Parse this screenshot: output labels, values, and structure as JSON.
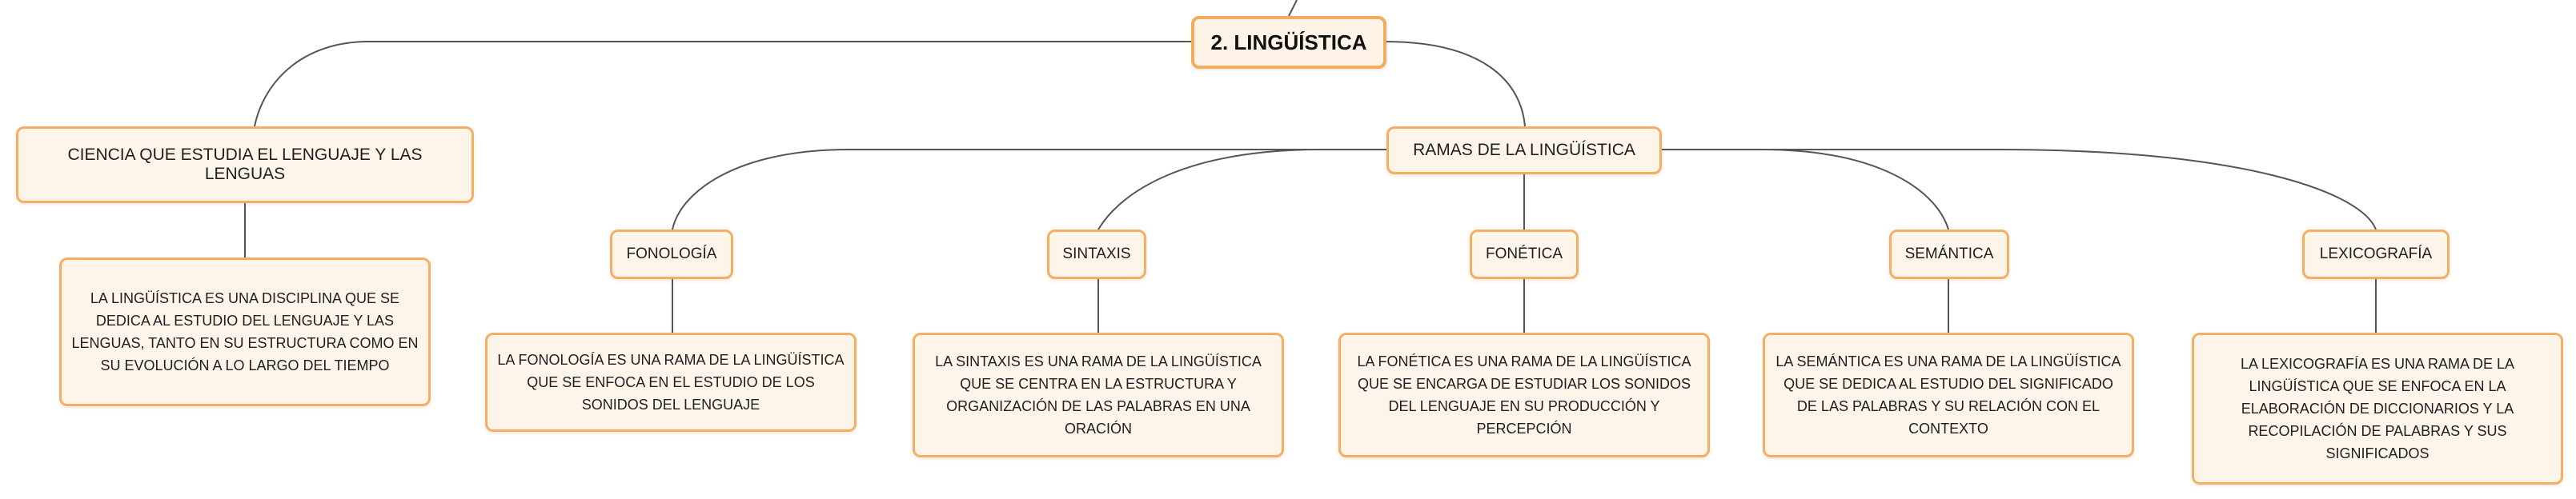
{
  "colors": {
    "node_fill": "#fdf4ea",
    "node_border": "#f3b064",
    "connector": "#555555"
  },
  "root": {
    "label": "2. LINGÜÍSTICA"
  },
  "definition": {
    "label": "CIENCIA QUE ESTUDIA EL LENGUAJE Y LAS LENGUAS",
    "detail": "LA LINGÜÍSTICA ES UNA DISCIPLINA QUE SE DEDICA AL ESTUDIO DEL LENGUAJE Y LAS LENGUAS, TANTO EN SU ESTRUCTURA COMO EN SU EVOLUCIÓN A LO LARGO DEL TIEMPO"
  },
  "branches_hub": {
    "label": "RAMAS DE LA LINGÜÍSTICA"
  },
  "branches": [
    {
      "label": "FONOLOGÍA",
      "detail": "LA FONOLOGÍA ES UNA RAMA DE LA LINGÜÍSTICA QUE SE ENFOCA EN EL ESTUDIO DE LOS SONIDOS DEL LENGUAJE"
    },
    {
      "label": "SINTAXIS",
      "detail": "LA SINTAXIS ES UNA RAMA DE LA LINGÜÍSTICA QUE SE CENTRA EN LA ESTRUCTURA Y ORGANIZACIÓN DE LAS PALABRAS EN UNA ORACIÓN"
    },
    {
      "label": "FONÉTICA",
      "detail": "LA FONÉTICA ES UNA RAMA DE LA LINGÜÍSTICA QUE SE ENCARGA DE ESTUDIAR LOS SONIDOS DEL LENGUAJE EN SU PRODUCCIÓN Y PERCEPCIÓN"
    },
    {
      "label": "SEMÁNTICA",
      "detail": "LA SEMÁNTICA ES UNA RAMA DE LA LINGÜÍSTICA QUE SE DEDICA AL ESTUDIO DEL SIGNIFICADO DE LAS PALABRAS Y SU RELACIÓN CON EL CONTEXTO"
    },
    {
      "label": "LEXICOGRAFÍA",
      "detail": "LA LEXICOGRAFÍA ES UNA RAMA DE LA LINGÜÍSTICA QUE SE ENFOCA EN LA ELABORACIÓN DE DICCIONARIOS Y LA RECOPILACIÓN DE PALABRAS Y SUS SIGNIFICADOS"
    }
  ]
}
